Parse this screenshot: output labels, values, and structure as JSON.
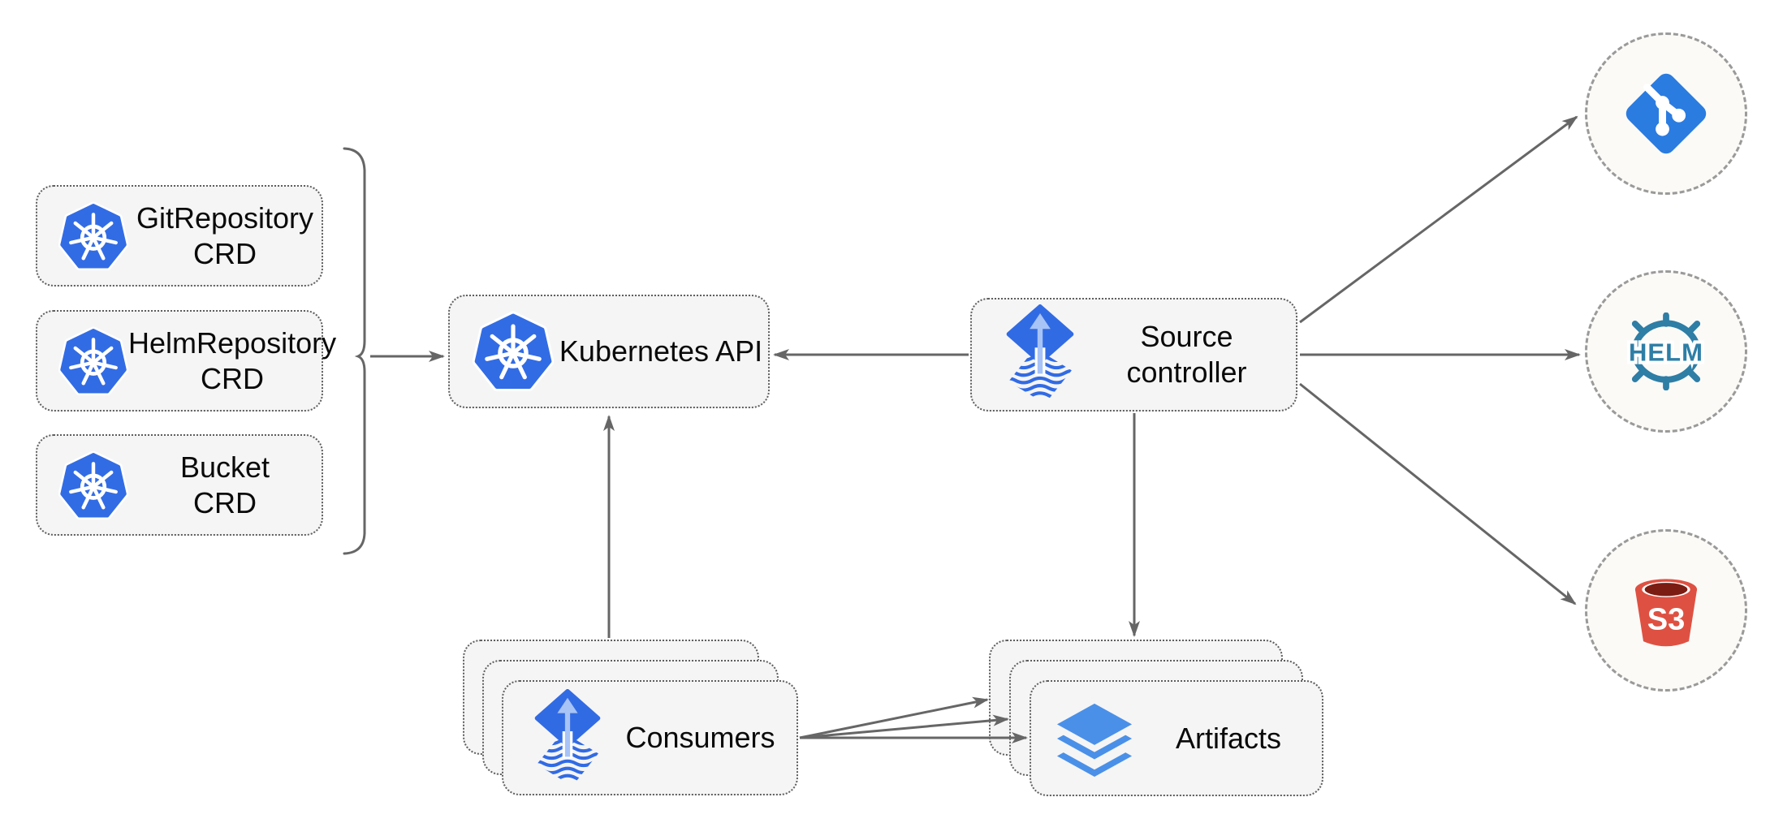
{
  "colors": {
    "k8s_blue": "#326CE5",
    "flux_blue": "#316BE4",
    "flux_light": "#A8C3F6",
    "git_blue": "#2B7CE0",
    "helm_teal": "#2E7EA6",
    "s3_red": "#DE5142",
    "s3_dark_red": "#7B1D13",
    "artifact_blue": "#4A90E8",
    "arrow_gray": "#666666",
    "box_fill": "#F5F5F5",
    "box_border": "#5E5E5E",
    "circle_fill": "#FBFAF7",
    "circle_border": "#9A9A9A",
    "text_color": "#0A0A0A"
  },
  "crd_boxes": [
    {
      "line1": "GitRepository",
      "line2": "CRD"
    },
    {
      "line1": "HelmRepository",
      "line2": "CRD"
    },
    {
      "line1": "Bucket",
      "line2": "CRD"
    }
  ],
  "kubernetes_api": {
    "label": "Kubernetes API"
  },
  "source_controller": {
    "line1": "Source",
    "line2": "controller"
  },
  "consumers": {
    "label": "Consumers"
  },
  "artifacts": {
    "label": "Artifacts"
  },
  "external_sources": {
    "git": {
      "icon": "git-icon"
    },
    "helm": {
      "icon": "helm-icon",
      "text": "HELM"
    },
    "s3": {
      "icon": "s3-bucket-icon",
      "text": "S3"
    }
  }
}
